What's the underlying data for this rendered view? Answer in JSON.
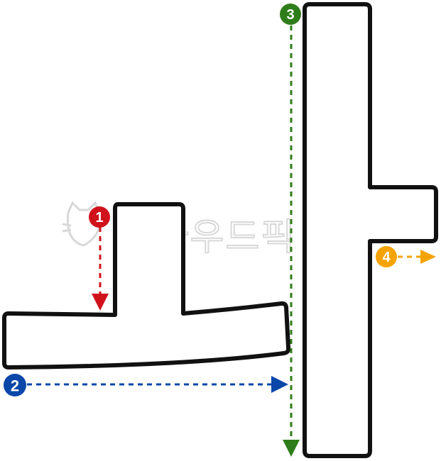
{
  "watermark": {
    "text": "크라우드픽"
  },
  "colors": {
    "outline": "#111111",
    "red": "#d0121b",
    "blue": "#0a47a8",
    "green": "#2f7d1a",
    "orange": "#f5a300",
    "watermark": "#d8d8d8"
  },
  "markers": [
    {
      "label": "1",
      "color_key": "red",
      "icon": "down-arrow"
    },
    {
      "label": "2",
      "color_key": "blue",
      "icon": "right-arrow"
    },
    {
      "label": "3",
      "color_key": "green",
      "icon": "down-arrow"
    },
    {
      "label": "4",
      "color_key": "orange",
      "icon": "right-arrow"
    }
  ]
}
